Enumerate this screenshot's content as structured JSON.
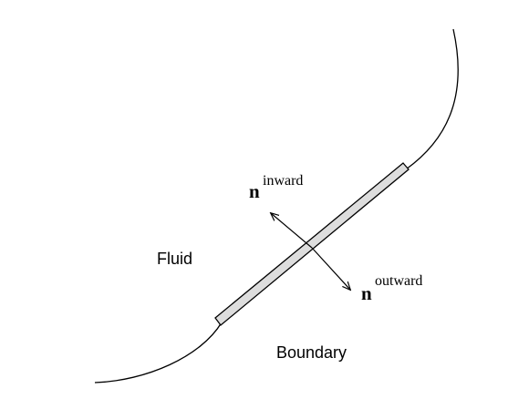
{
  "labels": {
    "fluid": "Fluid",
    "boundary": "Boundary"
  },
  "normals": {
    "inward": {
      "symbol": "n",
      "superscript": "inward"
    },
    "outward": {
      "symbol": "n",
      "superscript": "outward"
    }
  },
  "colors": {
    "line": "#000000",
    "element_fill": "#dddddd",
    "background": "#ffffff"
  }
}
